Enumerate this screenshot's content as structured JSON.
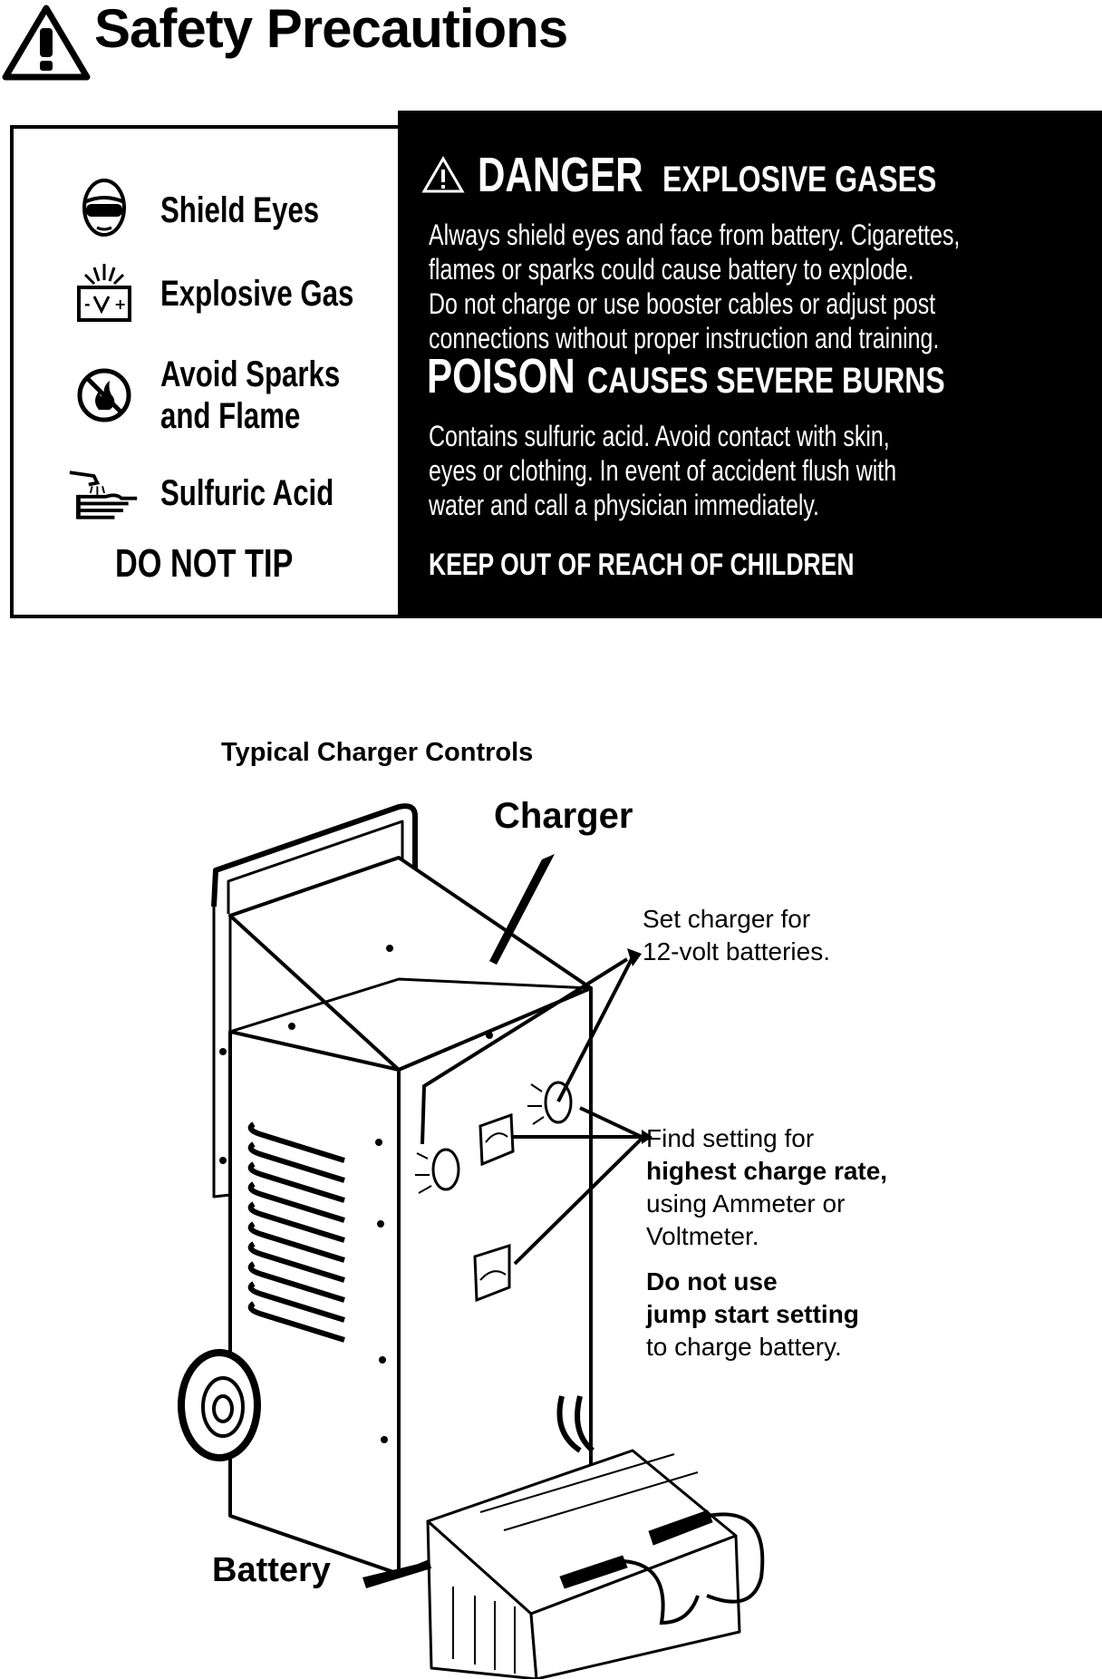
{
  "header": {
    "title": "Safety Precautions"
  },
  "label": {
    "hazards": [
      {
        "label": "Shield Eyes"
      },
      {
        "label": "Explosive Gas"
      },
      {
        "label_line1": "Avoid Sparks",
        "label_line2": "and Flame"
      },
      {
        "label": "Sulfuric Acid"
      }
    ],
    "do_not_tip": "DO NOT TIP",
    "danger": {
      "word": "DANGER",
      "subtitle": "EXPLOSIVE GASES",
      "lines": [
        "Always shield eyes and face from battery. Cigarettes,",
        "flames or sparks could cause battery to explode.",
        "Do not charge or use booster cables or adjust post",
        "connections without proper instruction and training."
      ]
    },
    "poison": {
      "word": "POISON",
      "subtitle": "CAUSES SEVERE BURNS",
      "lines": [
        "Contains sulfuric acid. Avoid contact with skin,",
        "eyes or clothing. In event of accident flush with",
        "water and call a physician immediately."
      ]
    },
    "keep_out": "KEEP OUT OF REACH OF CHILDREN"
  },
  "figure": {
    "caption": "Typical Charger Controls",
    "charger_label": "Charger",
    "battery_label": "Battery",
    "callout_voltage": {
      "line1": "Set charger for",
      "line2": "12-volt batteries."
    },
    "callout_setting": {
      "line1": "Find setting for",
      "line2": "highest charge rate,",
      "line3": "using Ammeter or",
      "line4": "Voltmeter."
    },
    "callout_jump": {
      "line1": "Do not use",
      "line2": "jump start setting",
      "line3": "to charge battery."
    }
  }
}
